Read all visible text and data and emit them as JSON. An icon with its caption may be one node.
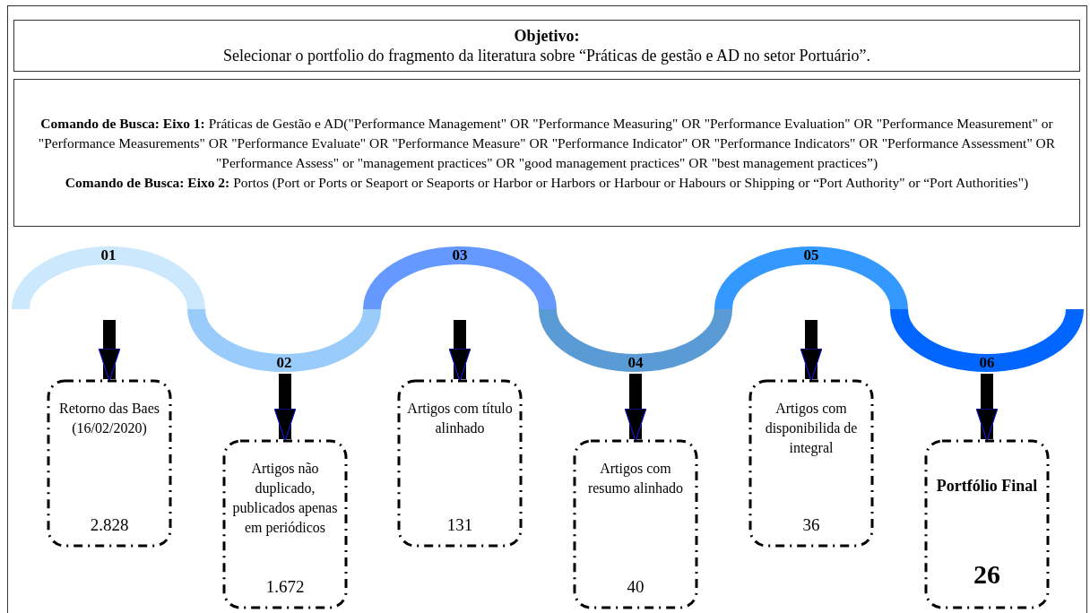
{
  "diagram": {
    "nodes": [
      {
        "text": [
          "Objetivo:",
          "Selecionar o portfolio do fragmento da literatura sobre “Práticas de gestão e AD no setor Portuário”."
        ]
      },
      {
        "text": [
          "**Comando de Busca: Eixo 1:** Práticas de Gestão e AD(\"Performance Management\" OR \"Performance Measuring\" OR \"Performance Evaluation\" OR \"Performance Measurement\" or \"Performance Measurements\" OR \"Performance Evaluate\" OR \"Performance Measure\" OR \"Performance Indicator\" OR \"Performance Indicators\" OR \"Performance Assessment\" OR \"Performance Assess\" or \"management practices\" OR \"good management practices\" OR \"best management practices”)",
          "**Comando de Busca: Eixo 2:** Portos (Port or Ports or Seaport or Seaports or Harbor or Harbors or Harbour or Habours or Shipping or “Port Authority\" or “Port Authorities\")"
        ]
      },
      {
        "text": [
          "01"
        ]
      },
      {
        "text": [
          "02"
        ]
      },
      {
        "text": [
          "03"
        ]
      },
      {
        "text": [
          "04"
        ]
      },
      {
        "text": [
          "05"
        ]
      },
      {
        "text": [
          "06"
        ]
      },
      {
        "text": [
          "Retorno das Baes (16/02/2020)",
          "2.828"
        ]
      },
      {
        "text": [
          "Artigos não duplicado, publicados apenas em periódicos",
          "1.672"
        ]
      },
      {
        "text": [
          "Artigos com título alinhado",
          "131"
        ]
      },
      {
        "text": [
          "Artigos com resumo alinhado",
          "40"
        ]
      },
      {
        "text": [
          "Artigos com disponibilida de integral",
          "36"
        ]
      },
      {
        "text": [
          "Portfólio Final",
          "26"
        ]
      }
    ],
    "edges": [
      {
        "from": 2,
        "to": 8,
        "arrow": "to"
      },
      {
        "from": 3,
        "to": 9,
        "arrow": "to"
      },
      {
        "from": 4,
        "to": 10,
        "arrow": "to"
      },
      {
        "from": 5,
        "to": 11,
        "arrow": "to"
      },
      {
        "from": 6,
        "to": 12,
        "arrow": "to"
      },
      {
        "from": 7,
        "to": 13,
        "arrow": "to"
      }
    ]
  }
}
